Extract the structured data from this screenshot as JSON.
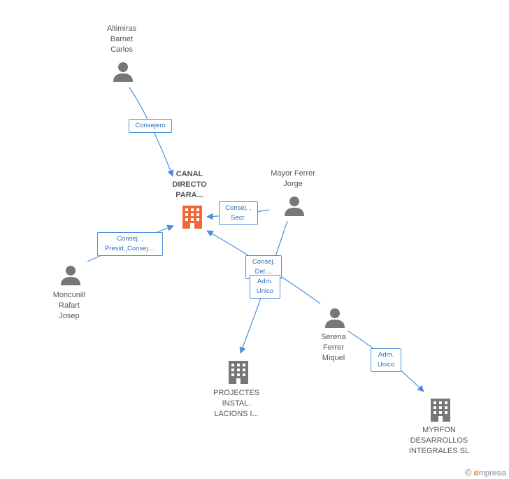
{
  "nodes": {
    "altimiras": {
      "label": "Altimiras\nBarnet\nCarlos"
    },
    "canal": {
      "label": "CANAL\nDIRECTO\nPARA..."
    },
    "mayor": {
      "label": "Mayor Ferrer\nJorge"
    },
    "moncunill": {
      "label": "Moncunill\nRafart\nJosep"
    },
    "projectes": {
      "label": "PROJECTES\nINSTAL.\nLACIONS I..."
    },
    "serena": {
      "label": "Serena\nFerrer\nMiquel"
    },
    "myrfon": {
      "label": "MYRFON\nDESARROLLOS\nINTEGRALES SL"
    }
  },
  "edges": {
    "consejero": "Consejero",
    "secr": "Consej. ,\nSecr.",
    "presid": "Consej. ,\nPresid.,Consej....",
    "del": "Consej.\nDel....",
    "adm_unico_projectes": "Adm.\nUnico",
    "adm_unico_myrfon": "Adm.\nUnico"
  },
  "colors": {
    "line": "#4a90d9",
    "main_building": "#f0683a",
    "building": "#777777",
    "person": "#777777"
  },
  "brand": {
    "copyright": "©",
    "initial": "e",
    "rest": "mpresia"
  }
}
